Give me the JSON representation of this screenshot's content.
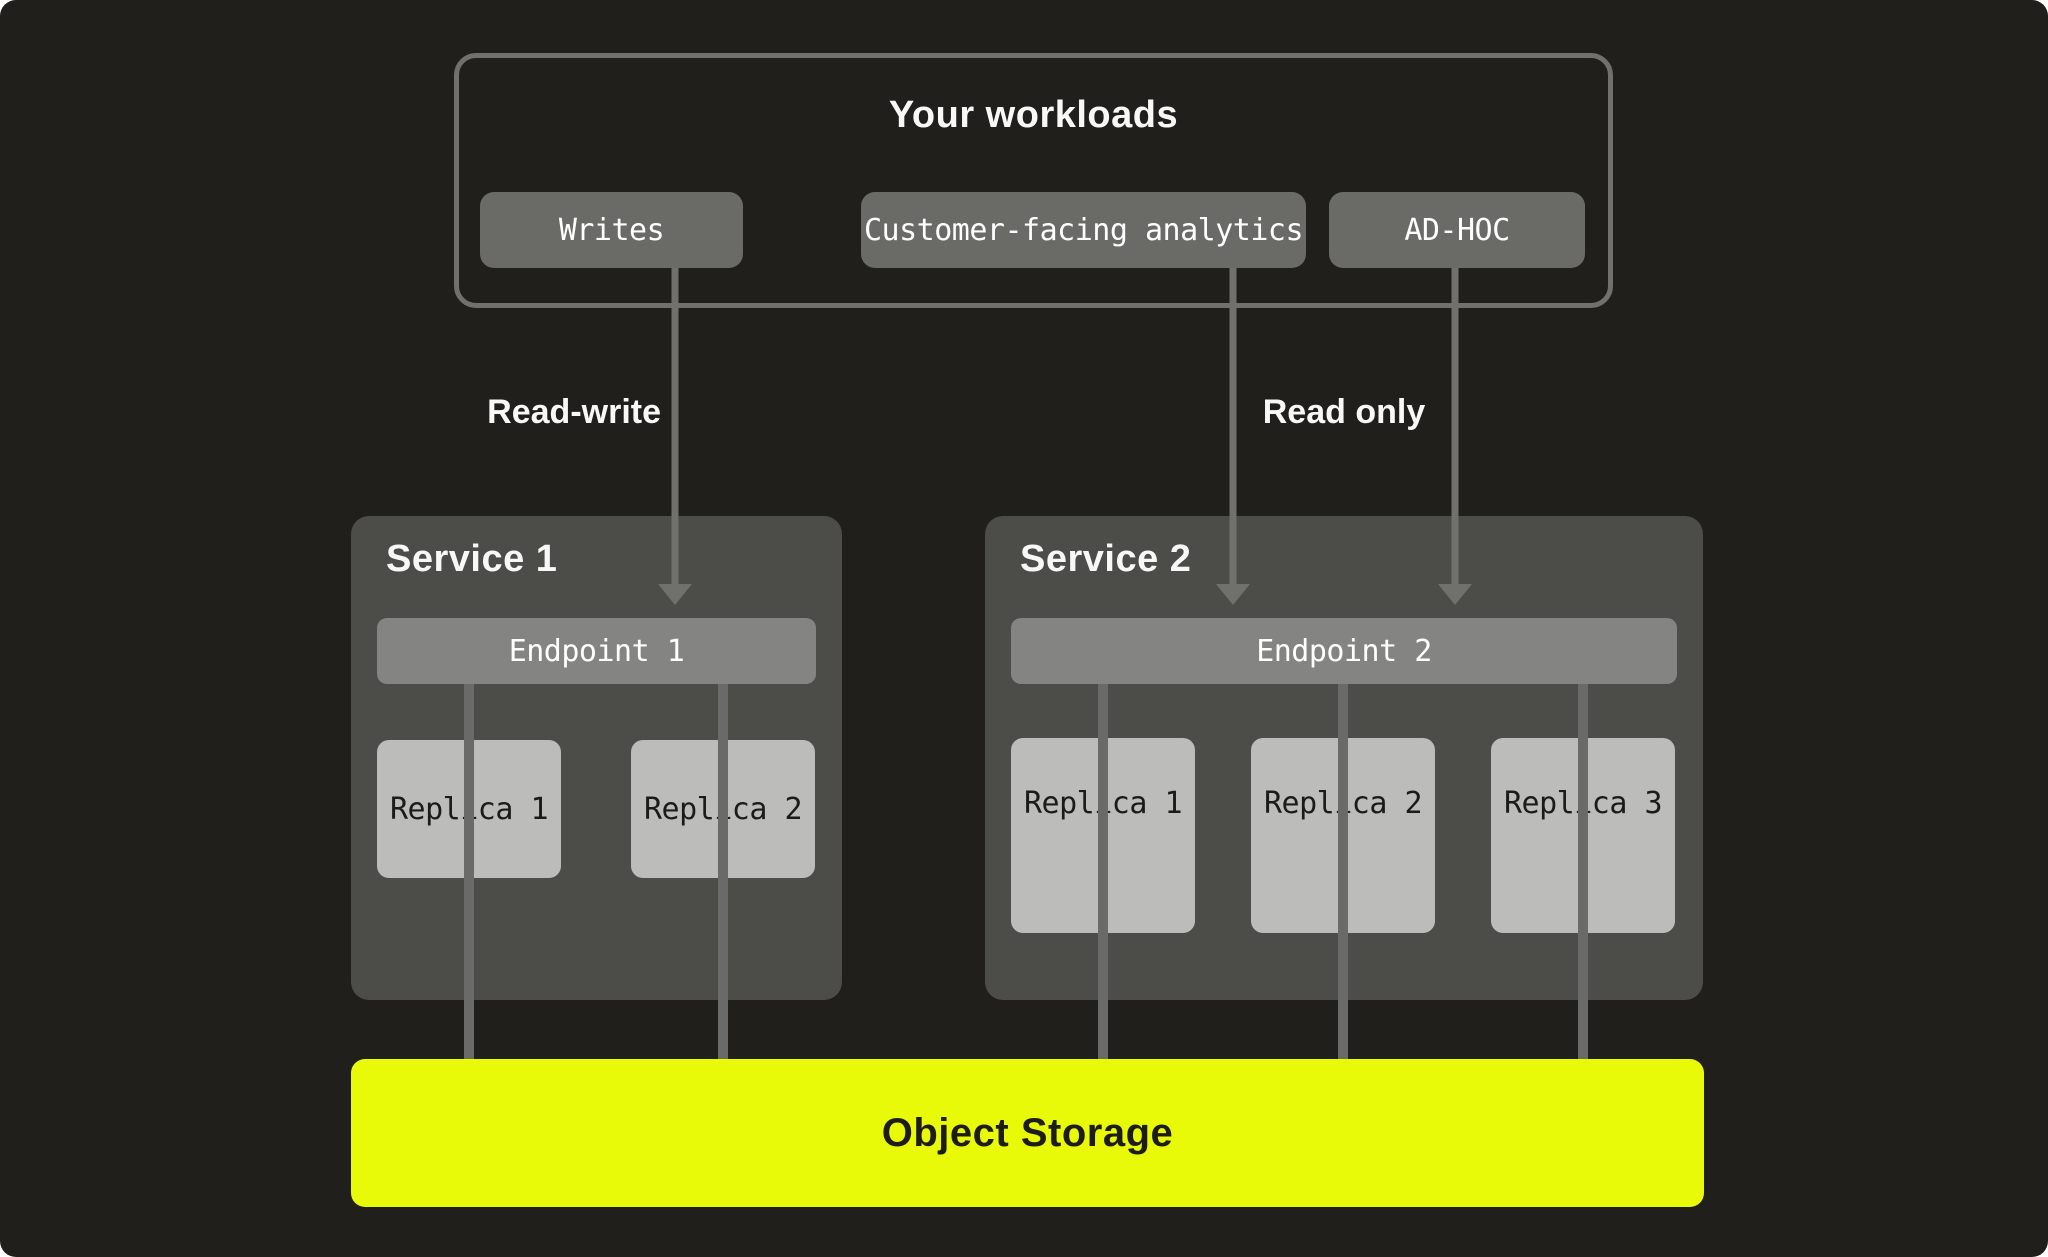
{
  "workloads": {
    "title": "Your workloads",
    "buttons": [
      {
        "label": "Writes"
      },
      {
        "label": "Customer-facing analytics"
      },
      {
        "label": "AD-HOC"
      }
    ]
  },
  "flows": {
    "read_write": "Read-write",
    "read_only": "Read only"
  },
  "services": [
    {
      "title": "Service 1",
      "endpoint": {
        "label": "Endpoint 1"
      },
      "replicas": [
        {
          "label": "Replica 1"
        },
        {
          "label": "Replica 2"
        }
      ]
    },
    {
      "title": "Service 2",
      "endpoint": {
        "label": "Endpoint 2"
      },
      "replicas": [
        {
          "label": "Replica 1"
        },
        {
          "label": "Replica 2"
        },
        {
          "label": "Replica 3"
        }
      ]
    }
  ],
  "storage": {
    "label": "Object Storage"
  },
  "colors": {
    "background": "#201f1b",
    "panel": "#4c4c49",
    "endpoint_bar": "#848482",
    "replica_box": "#bcbcba",
    "workload_button": "#6a6a67",
    "connector_line": "#6a6a68",
    "arrow": "#70706c",
    "storage_accent": "#e9fa08",
    "text_light": "#ffffff",
    "text_dark": "#1b1b19"
  }
}
